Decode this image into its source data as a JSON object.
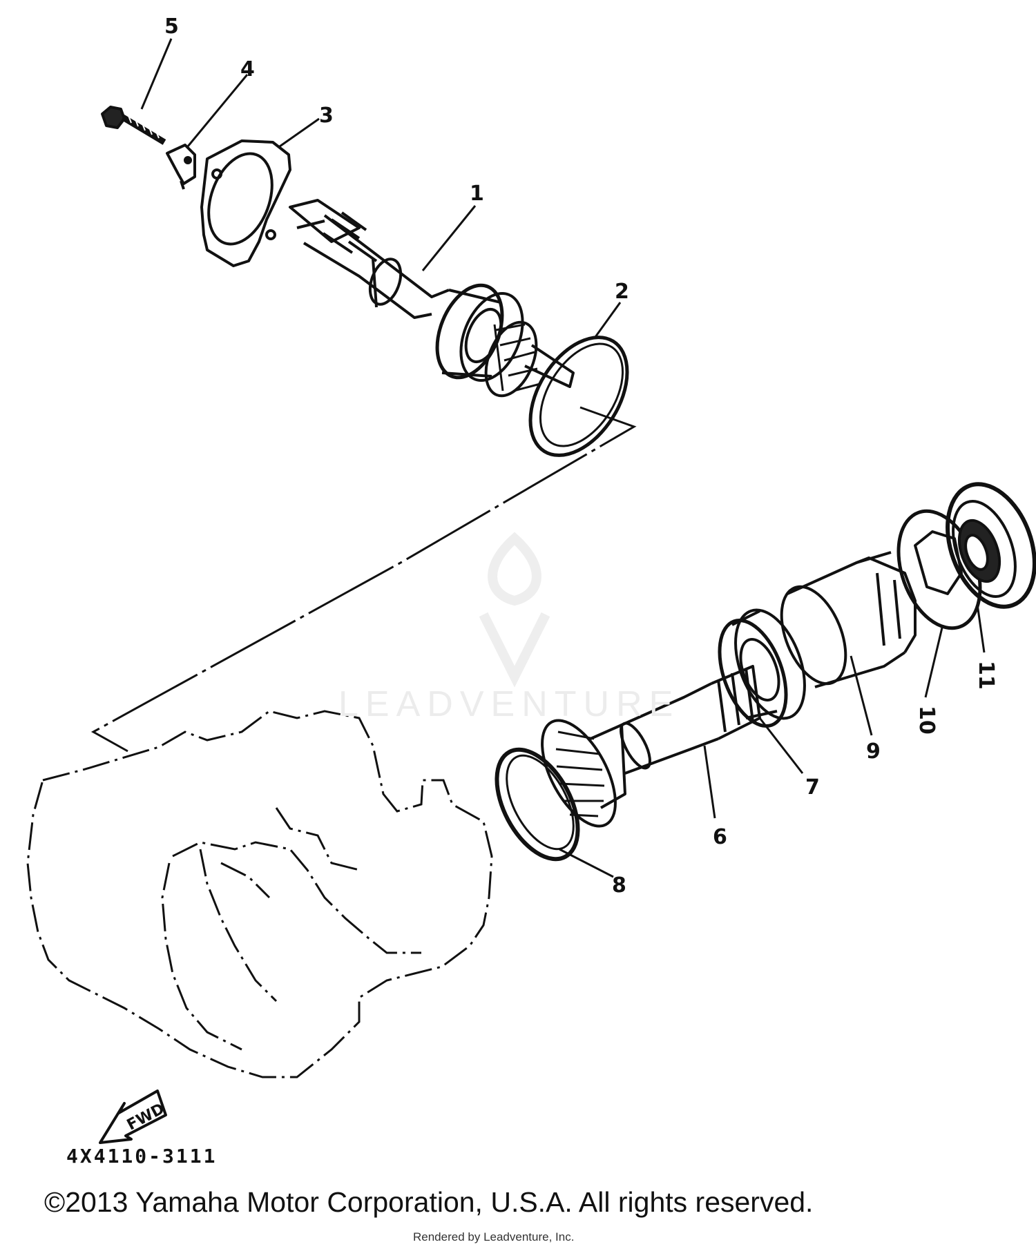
{
  "diagram": {
    "callouts": [
      {
        "id": "1",
        "label": "1"
      },
      {
        "id": "2",
        "label": "2"
      },
      {
        "id": "3",
        "label": "3"
      },
      {
        "id": "4",
        "label": "4"
      },
      {
        "id": "5",
        "label": "5"
      },
      {
        "id": "6",
        "label": "6"
      },
      {
        "id": "7",
        "label": "7"
      },
      {
        "id": "8",
        "label": "8"
      },
      {
        "id": "9",
        "label": "9"
      },
      {
        "id": "10",
        "label": "10"
      },
      {
        "id": "11",
        "label": "11"
      }
    ],
    "direction_label": "FWD",
    "part_code": "4X4110-3111"
  },
  "watermark": {
    "text": "LEADVENTURE"
  },
  "footer": {
    "copyright": "©2013 Yamaha Motor Corporation, U.S.A. All rights reserved.",
    "rendered_by": "Rendered by Leadventure, Inc."
  }
}
